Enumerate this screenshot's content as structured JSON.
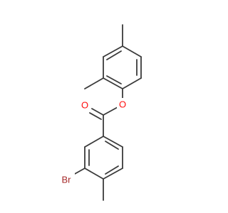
{
  "molecule": {
    "atoms": {
      "oxygen_carbonyl": {
        "label": "O",
        "color": "#ff0d0d"
      },
      "oxygen_ester": {
        "label": "O",
        "color": "#ff0d0d"
      },
      "bromine": {
        "label": "Br",
        "color": "#a62929"
      }
    },
    "bond_color": "#3a3a3a",
    "background": "#ffffff"
  }
}
